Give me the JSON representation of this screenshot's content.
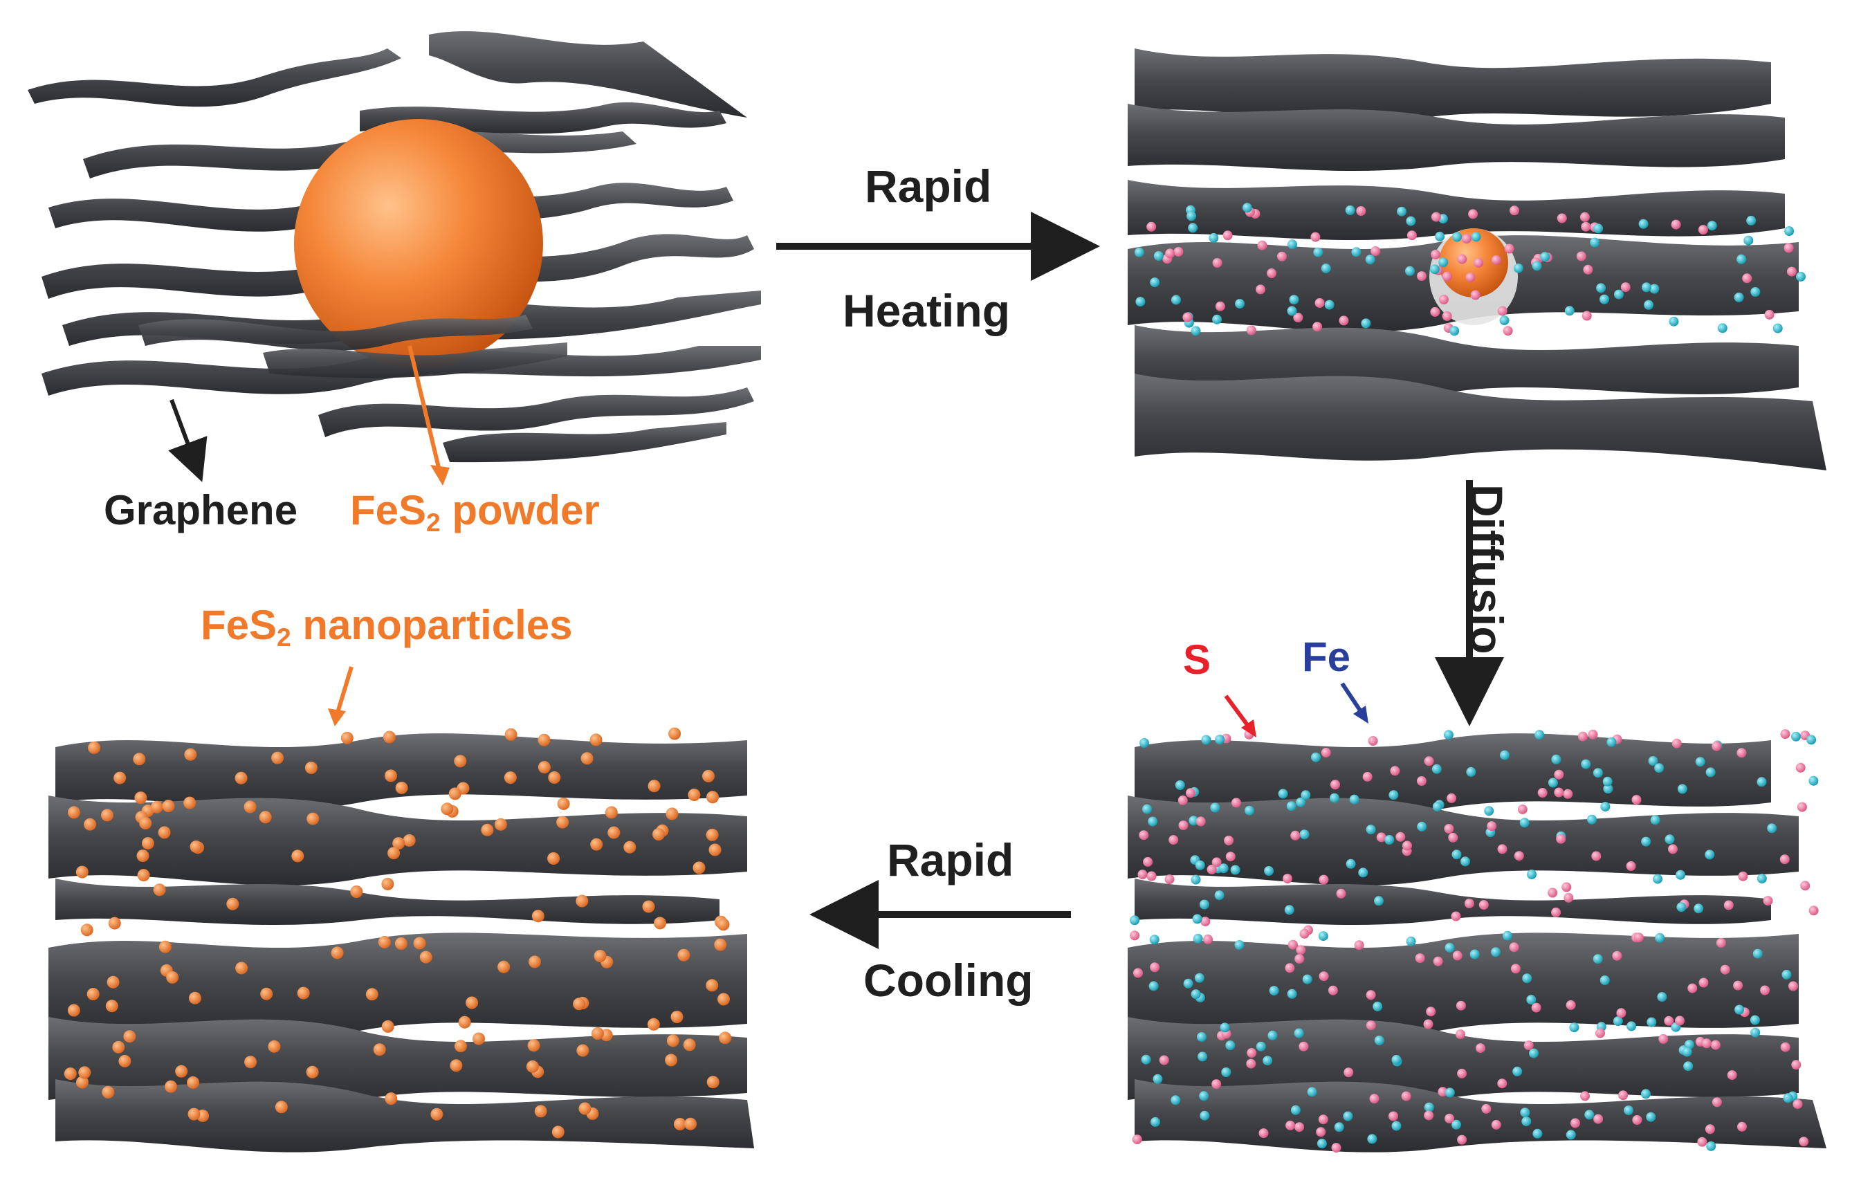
{
  "labels": {
    "step1_line1": "Rapid",
    "step1_line2": "Heating",
    "step2": "Diffusion",
    "step3_line1": "Rapid",
    "step3_line2": "Cooling",
    "graphene": "Graphene",
    "fes2_powder_prefix": "FeS",
    "fes2_powder_sub": "2",
    "fes2_powder_suffix": " powder",
    "fes2_nano_prefix": "FeS",
    "fes2_nano_sub": "2",
    "fes2_nano_suffix": " nanoparticles",
    "sulfur": "S",
    "iron": "Fe"
  },
  "colors": {
    "graphene_sheet": "#3c3d40",
    "graphene_highlight": "#6a6b6e",
    "fes2": "#f07a2a",
    "sulfur_atom": "#e8679b",
    "iron_atom": "#17b3c9",
    "arrow": "#1f1f1f",
    "fe_pointer": "#2a3f9c",
    "s_pointer": "#e8202a"
  }
}
